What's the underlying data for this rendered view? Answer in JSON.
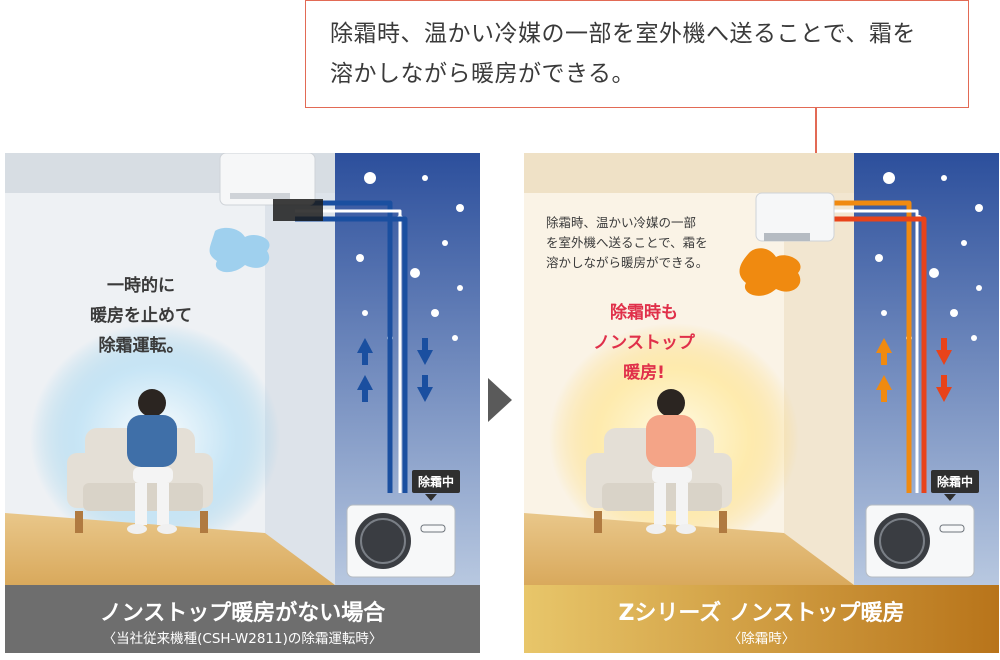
{
  "callout": {
    "line1": "除霜時、温かい冷媒の一部を室外機へ送ることで、霜を",
    "line2": "溶かしながら暖房ができる。"
  },
  "left": {
    "caption_line1": "一時的に",
    "caption_line2": "暖房を止めて",
    "caption_line3": "除霜運転。",
    "badge": "除霜中",
    "title": "ノンストップ暖房がない場合",
    "subtitle": "〈当社従来機種(CSH-W2811)の除霜運転時〉"
  },
  "right": {
    "caption_line1": "除霜時、温かい冷媒の一部",
    "caption_line2": "を室外機へ送ることで、霜を",
    "caption_line3": "溶かしながら暖房ができる。",
    "red_line1": "除霜時も",
    "red_line2": "ノンストップ",
    "red_line3": "暖房!",
    "badge": "除霜中",
    "title": "Zシリーズ ノンストップ暖房",
    "subtitle": "〈除霜時〉"
  },
  "colors": {
    "accent_line": "#e26a55",
    "cold_pipe": "#1a4fa0",
    "warm_pipe": "#f08a10",
    "warm_pipe2": "#e8431a",
    "red_text": "#e0304a",
    "left_bar": "#6e6e6e",
    "right_bar_start": "#e8c66a",
    "right_bar_end": "#b8741a"
  },
  "icons": [
    "air-conditioner-icon",
    "outdoor-unit-icon",
    "arrow-up-icon",
    "arrow-down-icon",
    "next-arrow-icon"
  ]
}
